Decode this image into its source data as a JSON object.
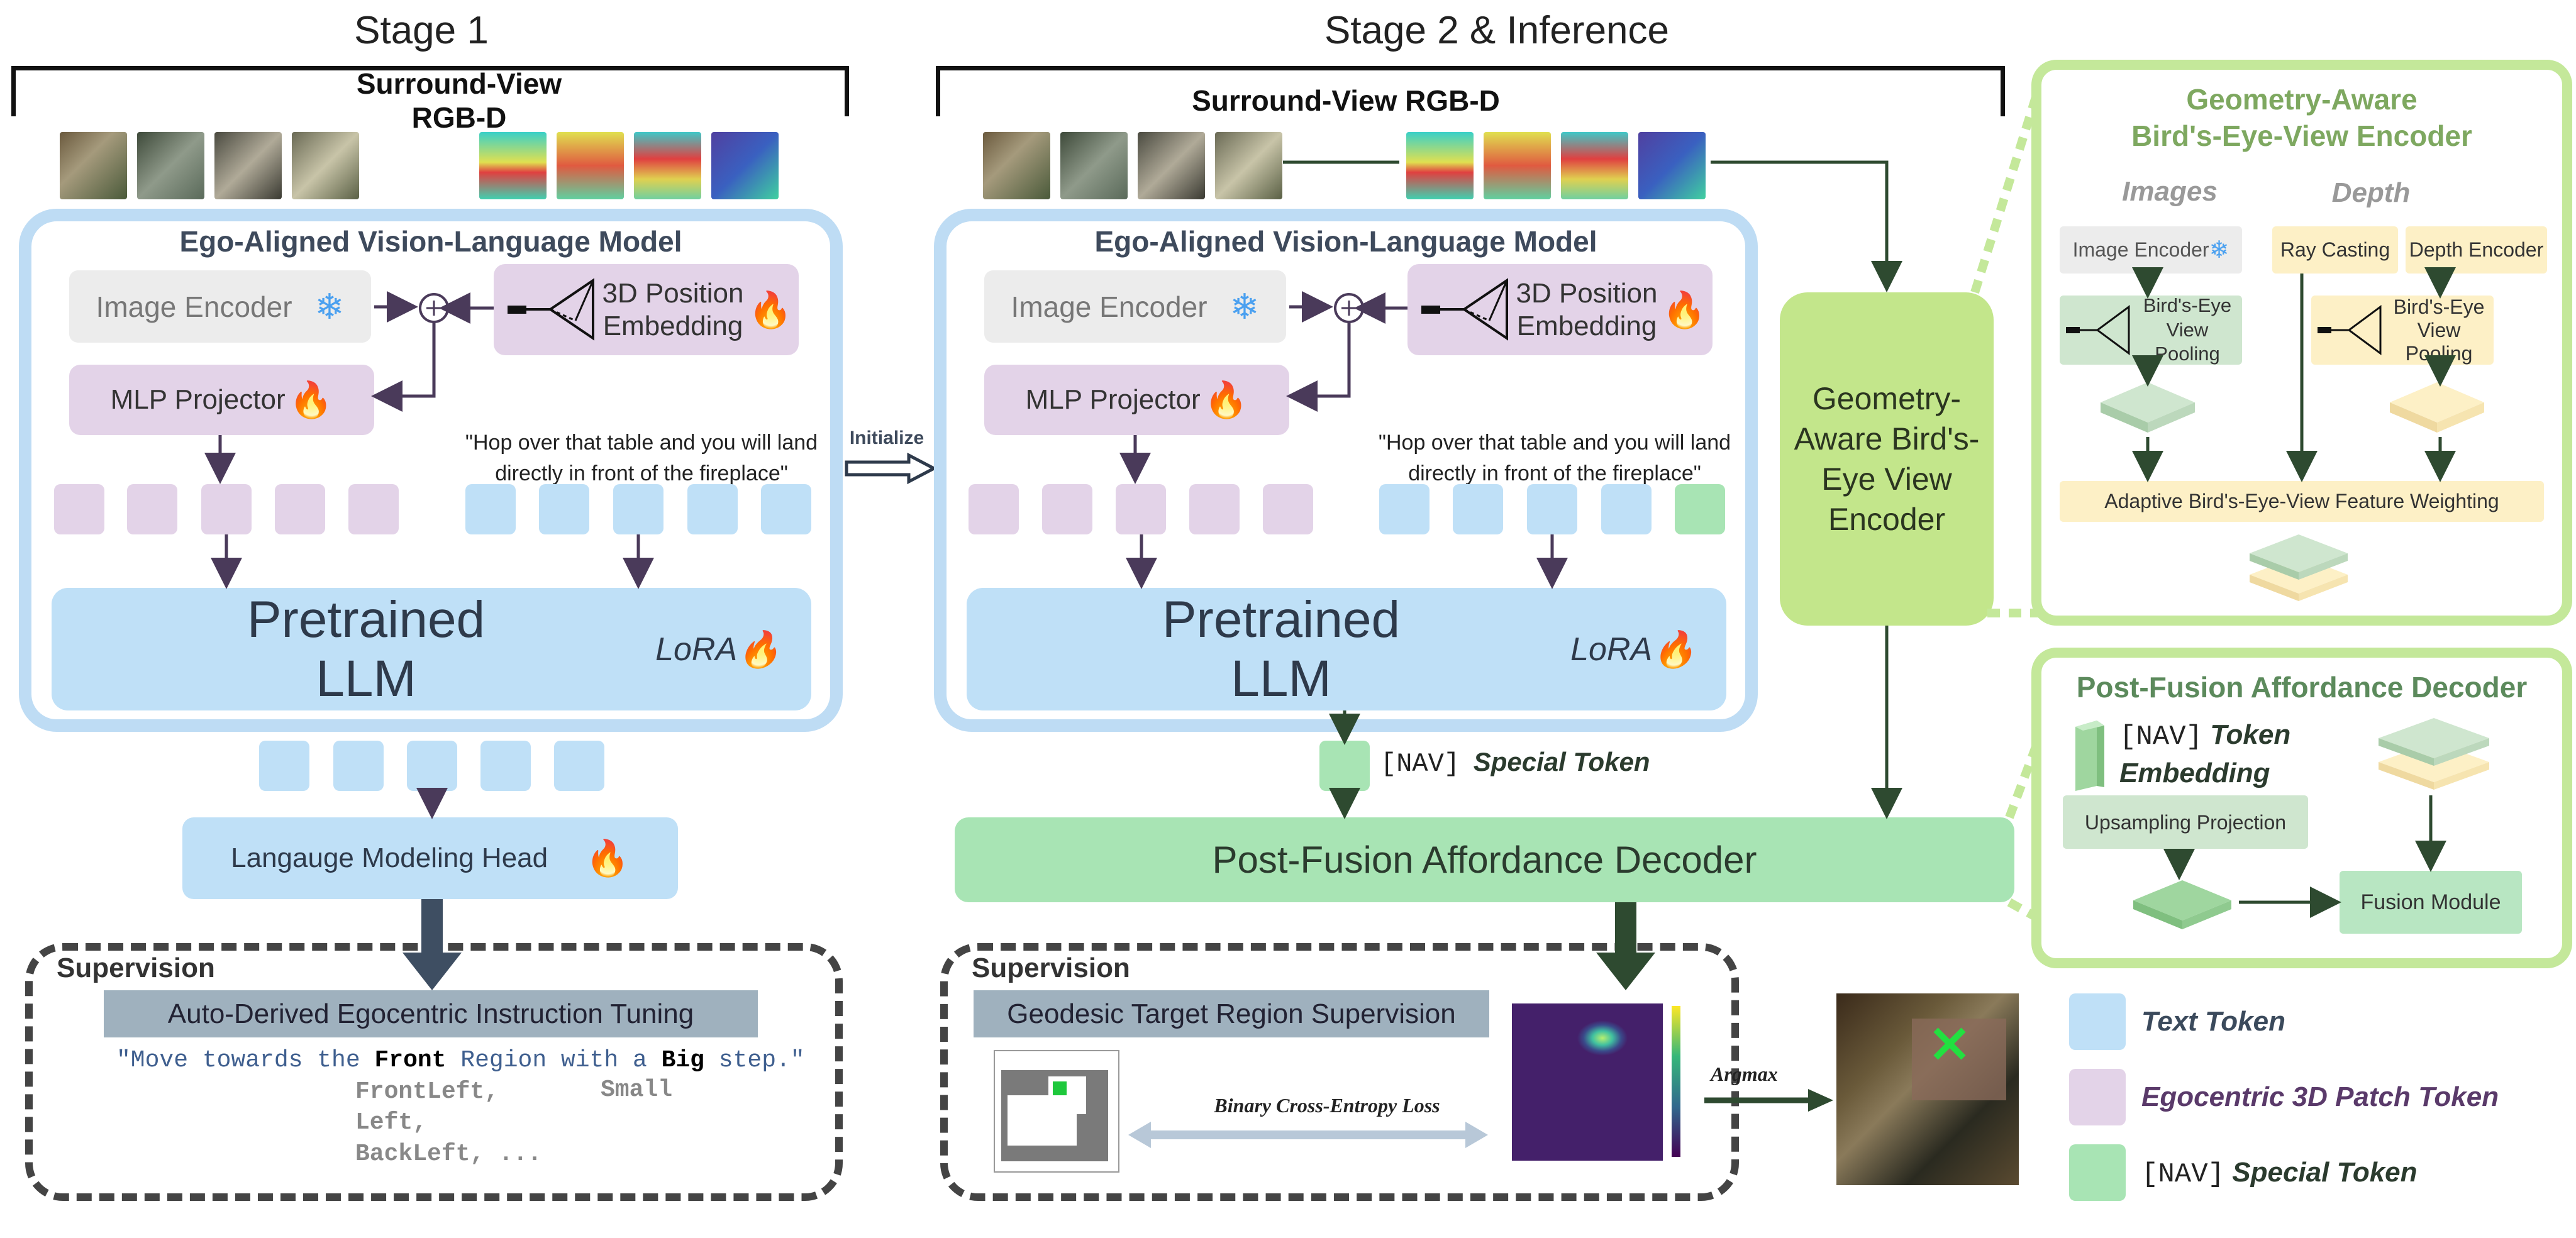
{
  "stages": {
    "stage1_title": "Stage 1",
    "stage2_title": "Stage 2 & Inference"
  },
  "input": {
    "label": "Surround-View RGB-D"
  },
  "vlm": {
    "title": "Ego-Aligned Vision-Language Model",
    "image_encoder": "Image Encoder",
    "pos_embed_line1": "3D Position",
    "pos_embed_line2": "Embedding",
    "mlp_projector": "MLP Projector",
    "instruction_line1": "\"Hop over that table and you will land",
    "instruction_line2": "directly in front of the fireplace\"",
    "llm": "Pretrained LLM",
    "lora": "LoRA"
  },
  "stage1": {
    "lm_head": "Langauge Modeling Head",
    "supervision_title": "Supervision",
    "supervision_label": "Auto-Derived Egocentric Instruction Tuning",
    "example_prefix": "\"Move towards the ",
    "example_front": "Front",
    "example_mid": " Region with a ",
    "example_big": "Big",
    "example_suffix": " step.\"",
    "alt_directions": [
      "FrontLeft,",
      "Left,",
      "BackLeft, ..."
    ],
    "alt_step": "Small"
  },
  "stage2": {
    "initialize": "Initialize",
    "nav_token": "[NAV]",
    "special_token": "Special Token",
    "decoder": "Post-Fusion Affordance Decoder",
    "supervision_title": "Supervision",
    "supervision_label": "Geodesic Target Region Supervision",
    "bce_loss": "Binary Cross-Entropy Loss",
    "argmax": "Argmax",
    "geo_encoder": "Geometry-Aware Bird's-Eye View Encoder"
  },
  "bev_panel": {
    "title_line1": "Geometry-Aware",
    "title_line2": "Bird's-Eye-View Encoder",
    "images": "Images",
    "depth": "Depth",
    "image_encoder": "Image Encoder",
    "ray_casting": "Ray Casting",
    "depth_encoder": "Depth Encoder",
    "bev_pool_line1": "Bird's-Eye",
    "bev_pool_line2": "View Pooling",
    "weighting": "Adaptive Bird's-Eye-View Feature Weighting"
  },
  "pfad_panel": {
    "title": "Post-Fusion Affordance Decoder",
    "nav": "[NAV]",
    "token_word": "Token",
    "embedding": "Embedding",
    "upsampling": "Upsampling Projection",
    "fusion": "Fusion Module"
  },
  "legend": {
    "items": [
      {
        "label": "Text Token",
        "color": "#bfe0f7"
      },
      {
        "label": "Egocentric 3D Patch Token",
        "color": "#e3d3e8"
      },
      {
        "label": "Special Token",
        "prefix": "[NAV]",
        "color": "#a8e4b4"
      }
    ]
  },
  "colors": {
    "vlm_border": "#bedcf4",
    "text_token": "#bfe0f7",
    "patch_token": "#e3d3e8",
    "special_token": "#a8e4b4",
    "geo_encoder": "#c3e68b",
    "panel_border": "#c4e89a"
  }
}
